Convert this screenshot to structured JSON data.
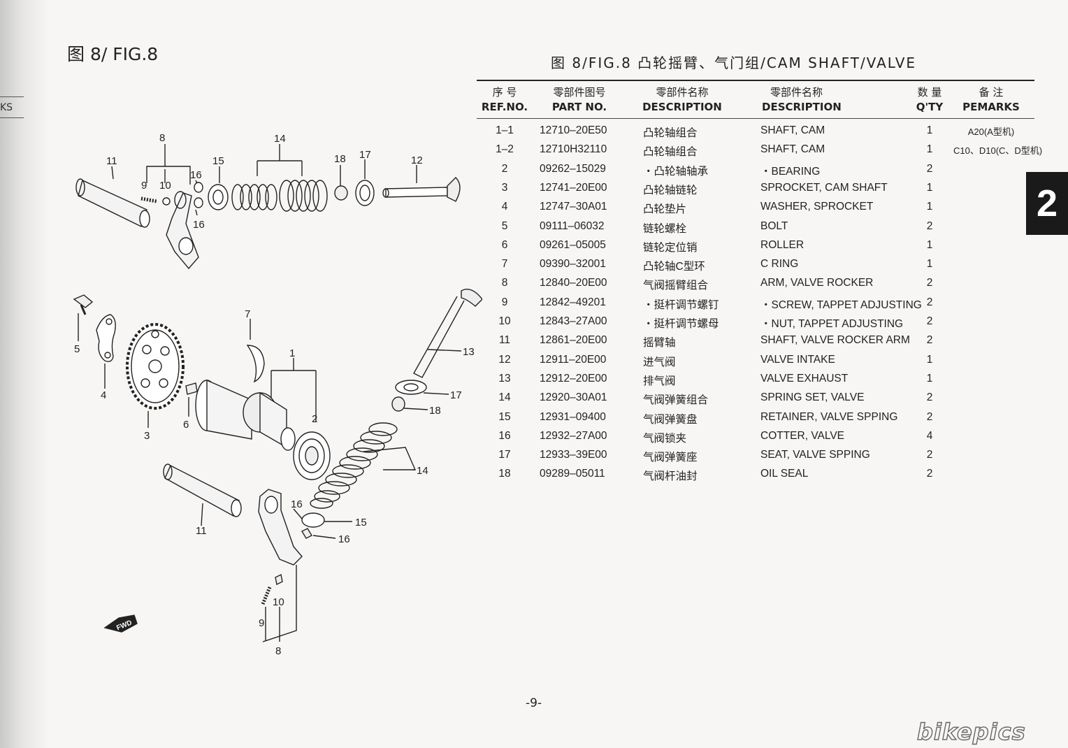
{
  "edge_text": "KS",
  "figure_label_left": "图 8/ FIG.8",
  "figure_title": "图 8/FIG.8    凸轮摇臂、气门组/CAM SHAFT/VALVE",
  "section_number": "2",
  "page_number": "-9-",
  "watermark_logo": "bikepics",
  "table": {
    "headers": {
      "ref_cn": "序 号",
      "ref_en": "REF.NO.",
      "part_cn": "零部件图号",
      "part_en": "PART NO.",
      "desc_cn_cn": "零部件名称",
      "desc_cn_en": "DESCRIPTION",
      "desc_en_cn": "零部件名称",
      "desc_en_en": "DESCRIPTION",
      "qty_cn": "数 量",
      "qty_en": "Q'TY",
      "rem_cn": "备 注",
      "rem_en": "PEMARKS"
    },
    "rows": [
      {
        "ref": "1–1",
        "part": "12710–20E50",
        "cn": "凸轮轴组合",
        "en": "SHAFT, CAM",
        "qty": "1",
        "rem": "A20(A型机)"
      },
      {
        "ref": "1–2",
        "part": "12710H32110",
        "cn": "凸轮轴组合",
        "en": "SHAFT, CAM",
        "qty": "1",
        "rem": "C10、D10(C、D型机)"
      },
      {
        "ref": "2",
        "part": "09262–15029",
        "cn": "・凸轮轴轴承",
        "en": "・BEARING",
        "qty": "2",
        "rem": ""
      },
      {
        "ref": "3",
        "part": "12741–20E00",
        "cn": "凸轮轴链轮",
        "en": "SPROCKET, CAM SHAFT",
        "qty": "1",
        "rem": ""
      },
      {
        "ref": "4",
        "part": "12747–30A01",
        "cn": "凸轮垫片",
        "en": "WASHER, SPROCKET",
        "qty": "1",
        "rem": ""
      },
      {
        "ref": "5",
        "part": "09111–06032",
        "cn": "链轮螺栓",
        "en": "BOLT",
        "qty": "2",
        "rem": ""
      },
      {
        "ref": "6",
        "part": "09261–05005",
        "cn": "链轮定位销",
        "en": "ROLLER",
        "qty": "1",
        "rem": ""
      },
      {
        "ref": "7",
        "part": "09390–32001",
        "cn": "凸轮轴C型环",
        "en": "C RING",
        "qty": "1",
        "rem": ""
      },
      {
        "ref": "8",
        "part": "12840–20E00",
        "cn": "气阀摇臂组合",
        "en": "ARM, VALVE ROCKER",
        "qty": "2",
        "rem": ""
      },
      {
        "ref": "9",
        "part": "12842–49201",
        "cn": "・挺杆调节螺钉",
        "en": "・SCREW, TAPPET ADJUSTING",
        "qty": "2",
        "rem": ""
      },
      {
        "ref": "10",
        "part": "12843–27A00",
        "cn": "・挺杆调节螺母",
        "en": "・NUT, TAPPET ADJUSTING",
        "qty": "2",
        "rem": ""
      },
      {
        "ref": "11",
        "part": "12861–20E00",
        "cn": "摇臂轴",
        "en": "SHAFT, VALVE ROCKER ARM",
        "qty": "2",
        "rem": ""
      },
      {
        "ref": "12",
        "part": "12911–20E00",
        "cn": "进气阀",
        "en": "VALVE INTAKE",
        "qty": "1",
        "rem": ""
      },
      {
        "ref": "13",
        "part": "12912–20E00",
        "cn": "排气阀",
        "en": "VALVE EXHAUST",
        "qty": "1",
        "rem": ""
      },
      {
        "ref": "14",
        "part": "12920–30A01",
        "cn": "气阀弹簧组合",
        "en": "SPRING SET, VALVE",
        "qty": "2",
        "rem": ""
      },
      {
        "ref": "15",
        "part": "12931–09400",
        "cn": "气阀弹簧盘",
        "en": "RETAINER, VALVE SPPING",
        "qty": "2",
        "rem": ""
      },
      {
        "ref": "16",
        "part": "12932–27A00",
        "cn": "气阀锁夹",
        "en": "COTTER, VALVE",
        "qty": "4",
        "rem": ""
      },
      {
        "ref": "17",
        "part": "12933–39E00",
        "cn": "气阀弹簧座",
        "en": "SEAT, VALVE SPPING",
        "qty": "2",
        "rem": ""
      },
      {
        "ref": "18",
        "part": "09289–05011",
        "cn": "气阀杆油封",
        "en": "OIL SEAL",
        "qty": "2",
        "rem": ""
      }
    ]
  },
  "diagram": {
    "callouts": [
      "8",
      "14",
      "11",
      "9",
      "10",
      "16",
      "15",
      "18",
      "17",
      "12",
      "16",
      "5",
      "4",
      "3",
      "7",
      "1",
      "6",
      "2",
      "13",
      "17",
      "18",
      "14",
      "11",
      "16",
      "15",
      "16",
      "10",
      "9",
      "8"
    ],
    "fwd_label": "FWD"
  }
}
